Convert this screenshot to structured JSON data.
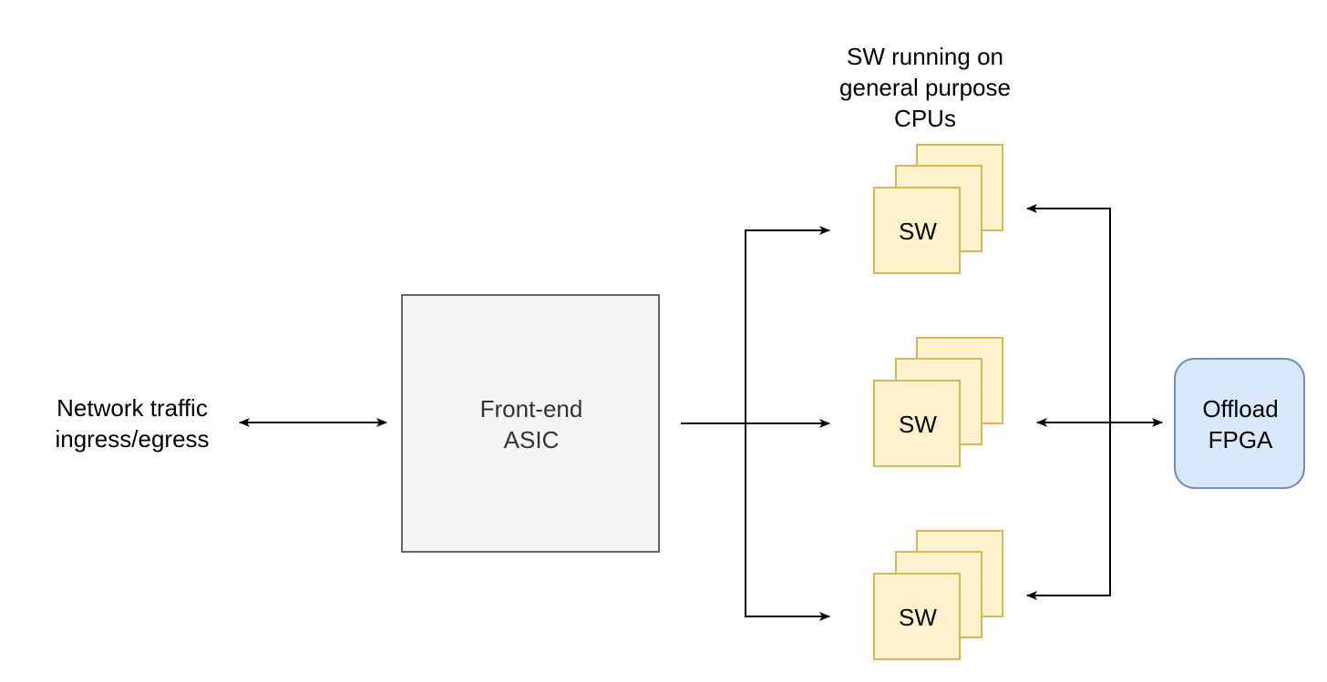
{
  "labels": {
    "network_line1": "Network traffic",
    "network_line2": "ingress/egress",
    "sw_title_line1": "SW running on",
    "sw_title_line2": "general purpose",
    "sw_title_line3": "CPUs"
  },
  "nodes": {
    "asic_line1": "Front-end",
    "asic_line2": "ASIC",
    "sw_label": "SW",
    "fpga_line1": "Offload",
    "fpga_line2": "FPGA"
  },
  "colors": {
    "asic_fill": "#f5f5f5",
    "asic_stroke": "#666666",
    "sw_fill": "#fff2cc",
    "sw_stroke": "#d6b656",
    "fpga_fill": "#dae8fc",
    "fpga_stroke": "#6c8ebf",
    "edge": "#000000"
  }
}
